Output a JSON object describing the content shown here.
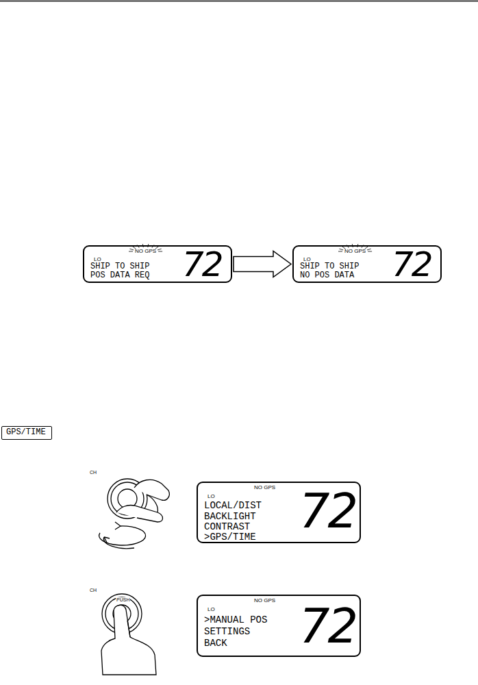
{
  "diagram": {
    "nodes": [
      {
        "text": [
          "NO GPS",
          "LO",
          "SHIP TO SHIP",
          "POS DATA REQ",
          "72"
        ]
      },
      {
        "text": [
          "NO GPS",
          "LO",
          "SHIP TO SHIP",
          "NO POS DATA",
          "72"
        ]
      },
      {
        "text": [
          "GPS/TIME"
        ]
      },
      {
        "text": [
          "NO GPS",
          "LO",
          "LOCAL/DIST",
          "BACKLIGHT",
          "CONTRAST",
          ">GPS/TIME",
          "72"
        ]
      },
      {
        "text": [
          "NO GPS",
          "LO",
          ">MANUAL POS",
          "SETTINGS",
          "BACK",
          "72"
        ]
      }
    ],
    "edges": [
      {
        "from": 0,
        "to": 1,
        "arrow": "to"
      }
    ],
    "labels": [
      "CH",
      "CH",
      "PUSH"
    ]
  }
}
